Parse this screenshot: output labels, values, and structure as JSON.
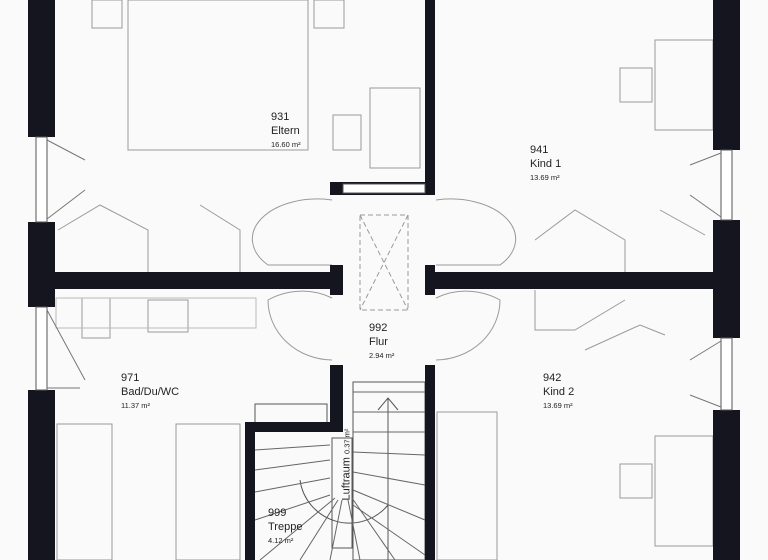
{
  "colors": {
    "wall": "#15151f",
    "floor": "#f7f7f7",
    "line": "#9a9a9a"
  },
  "rooms": [
    {
      "number": "931",
      "name": "Eltern",
      "area": "16.60 m²"
    },
    {
      "number": "941",
      "name": "Kind 1",
      "area": "13.69 m²"
    },
    {
      "number": "992",
      "name": "Flur",
      "area": "2.94 m²"
    },
    {
      "number": "971",
      "name": "Bad/Du/WC",
      "area": "11.37 m²"
    },
    {
      "number": "942",
      "name": "Kind 2",
      "area": "13.69 m²"
    },
    {
      "number": "999",
      "name": "Treppe",
      "area": "4.12 m²"
    }
  ],
  "void": {
    "name": "Luftraum",
    "area": "0.37 m²"
  }
}
